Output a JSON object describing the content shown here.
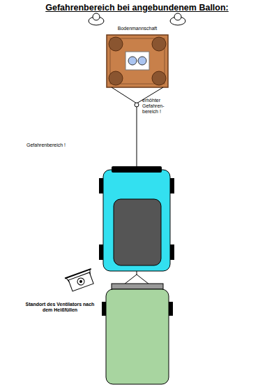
{
  "diagram": {
    "title": "Gefahrenbereich bei angebundenem Ballon:",
    "nodes": [
      {
        "text": [
          "Gefahrenbereich !"
        ]
      },
      {
        "text": [
          "erhöhter Gefahren- bereich !"
        ],
        "in": 0
      }
    ],
    "labels": [
      "Bodenmannschaft",
      "Standort des Ventilators nach dem Heißfüllen"
    ]
  }
}
